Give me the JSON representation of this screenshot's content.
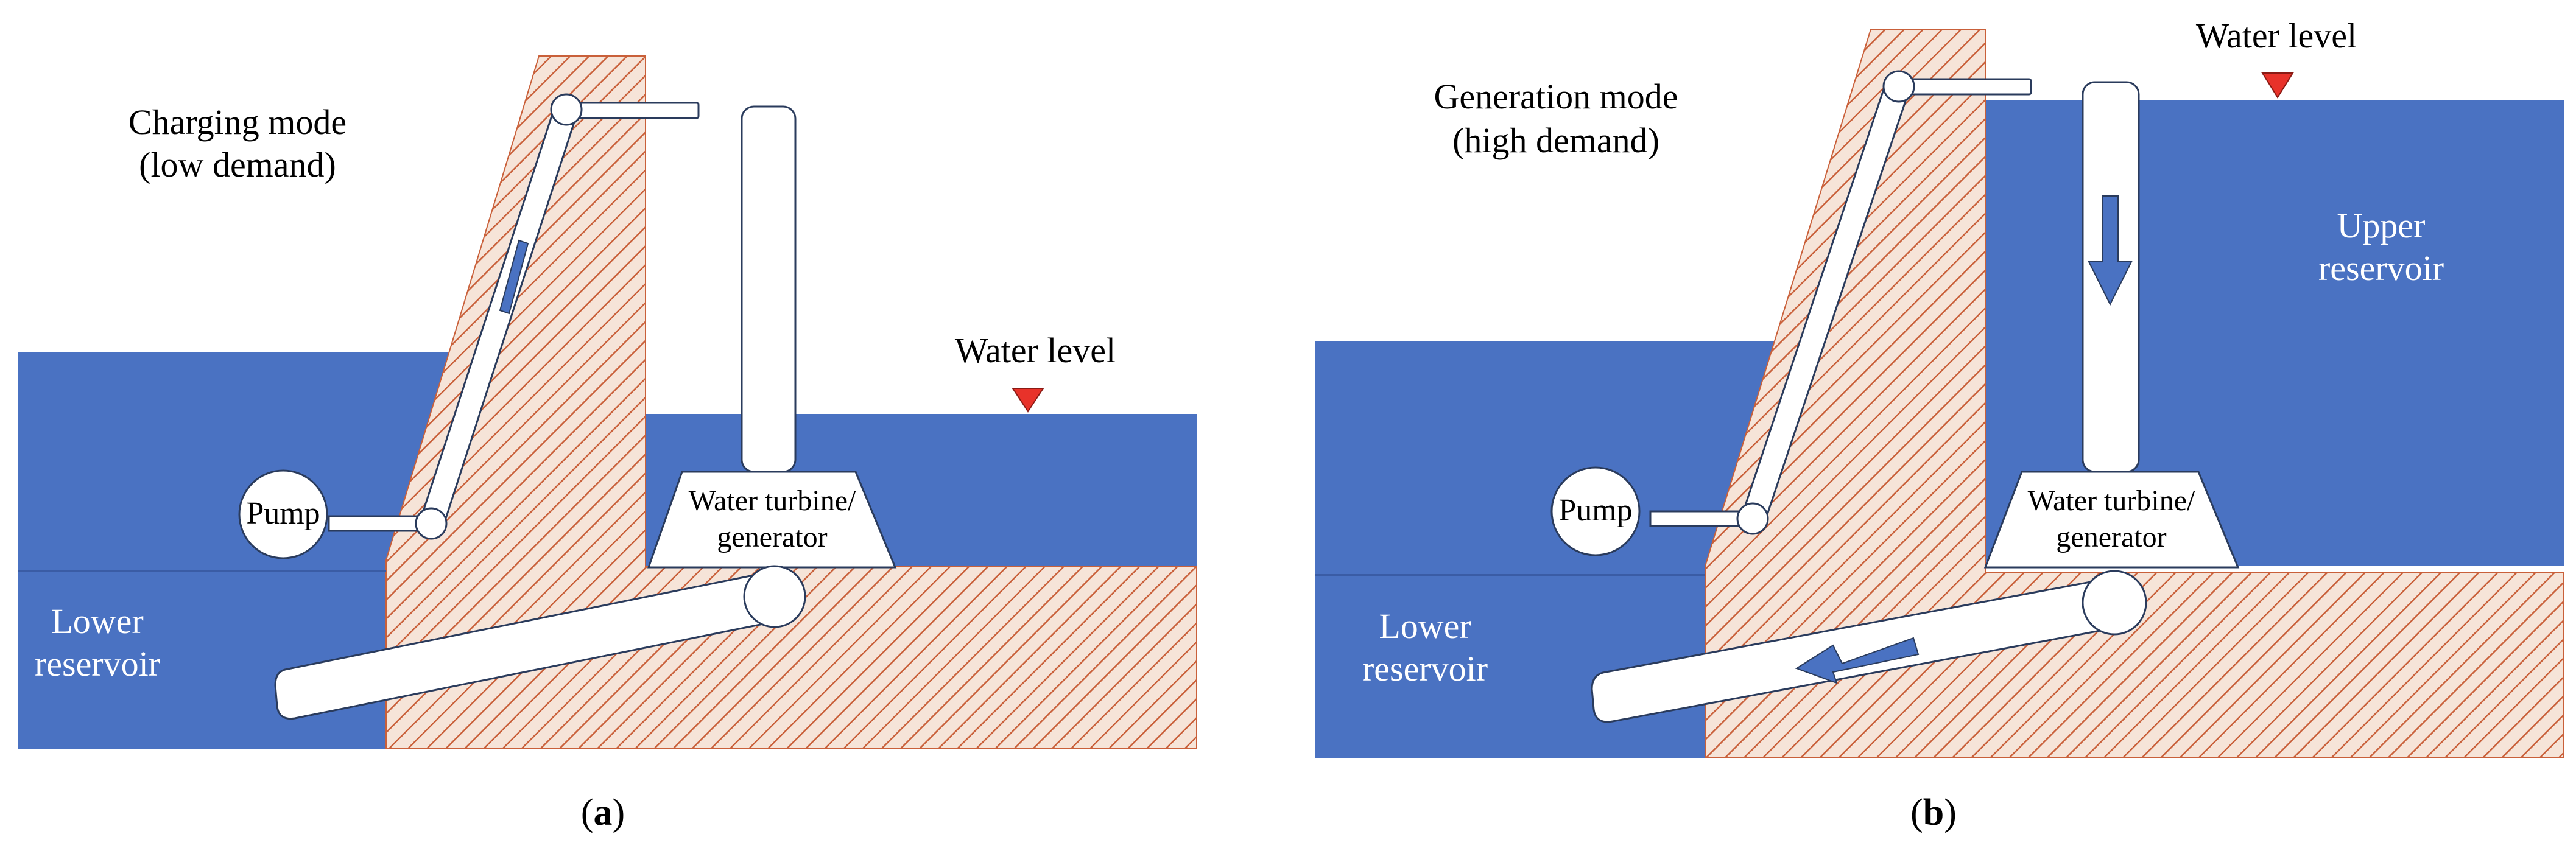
{
  "panel_a": {
    "mode_line1": "Charging mode",
    "mode_line2": "(low demand)",
    "water_level": "Water level",
    "pump": "Pump",
    "turbine_line1": "Water turbine/",
    "turbine_line2": "generator",
    "lower_reservoir_line1": "Lower",
    "lower_reservoir_line2": "reservoir",
    "caption_open": "(",
    "caption_letter": "a",
    "caption_close": ")"
  },
  "panel_b": {
    "mode_line1": "Generation mode",
    "mode_line2": "(high demand)",
    "water_level": "Water level",
    "pump": "Pump",
    "turbine_line1": "Water turbine/",
    "turbine_line2": "generator",
    "upper_reservoir_line1": "Upper",
    "upper_reservoir_line2": "reservoir",
    "lower_reservoir_line1": "Lower",
    "lower_reservoir_line2": "reservoir",
    "caption_open": "(",
    "caption_letter": "b",
    "caption_close": ")"
  },
  "colors": {
    "water": "#4a72c2",
    "hatch": "#c9603a",
    "hatch_bg": "#f3dccd",
    "marker": "#e8322a",
    "arrow": "#4a72c2",
    "outline": "#2a3b5c"
  }
}
